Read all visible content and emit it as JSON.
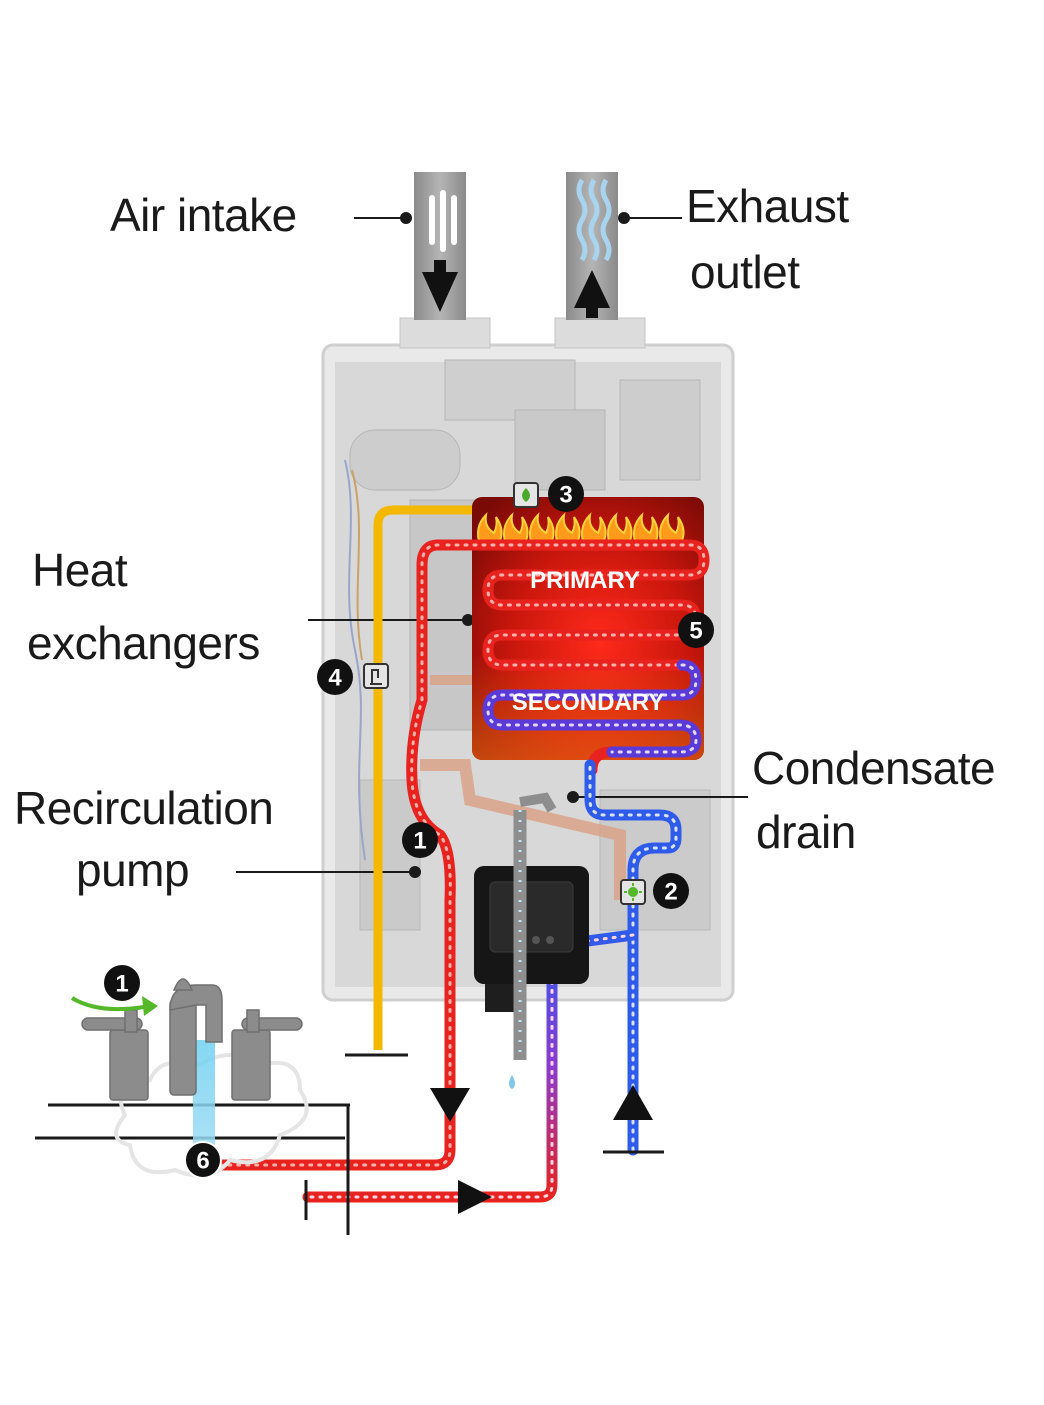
{
  "labels": {
    "air_intake": "Air intake",
    "exhaust_line1": "Exhaust",
    "exhaust_line2": "outlet",
    "heat_line1": "Heat",
    "heat_line2": "exchangers",
    "recirc_line1": "Recirculation",
    "recirc_line2": "pump",
    "condensate_line1": "Condensate",
    "condensate_line2": "drain"
  },
  "heat_exchanger": {
    "primary": "PRIMARY",
    "secondary": "SECONDARY"
  },
  "badges": {
    "b1_faucet": "1",
    "b1_pump": "1",
    "b2": "2",
    "b3": "3",
    "b4": "4",
    "b5": "5",
    "b6": "6"
  },
  "colors": {
    "hot_water": "#e8231f",
    "cold_water": "#2f5bea",
    "gas_line": "#f5b800",
    "heat_exchanger": "#b3160e",
    "cabinet": "#e6e6e6",
    "badge": "#111111"
  }
}
